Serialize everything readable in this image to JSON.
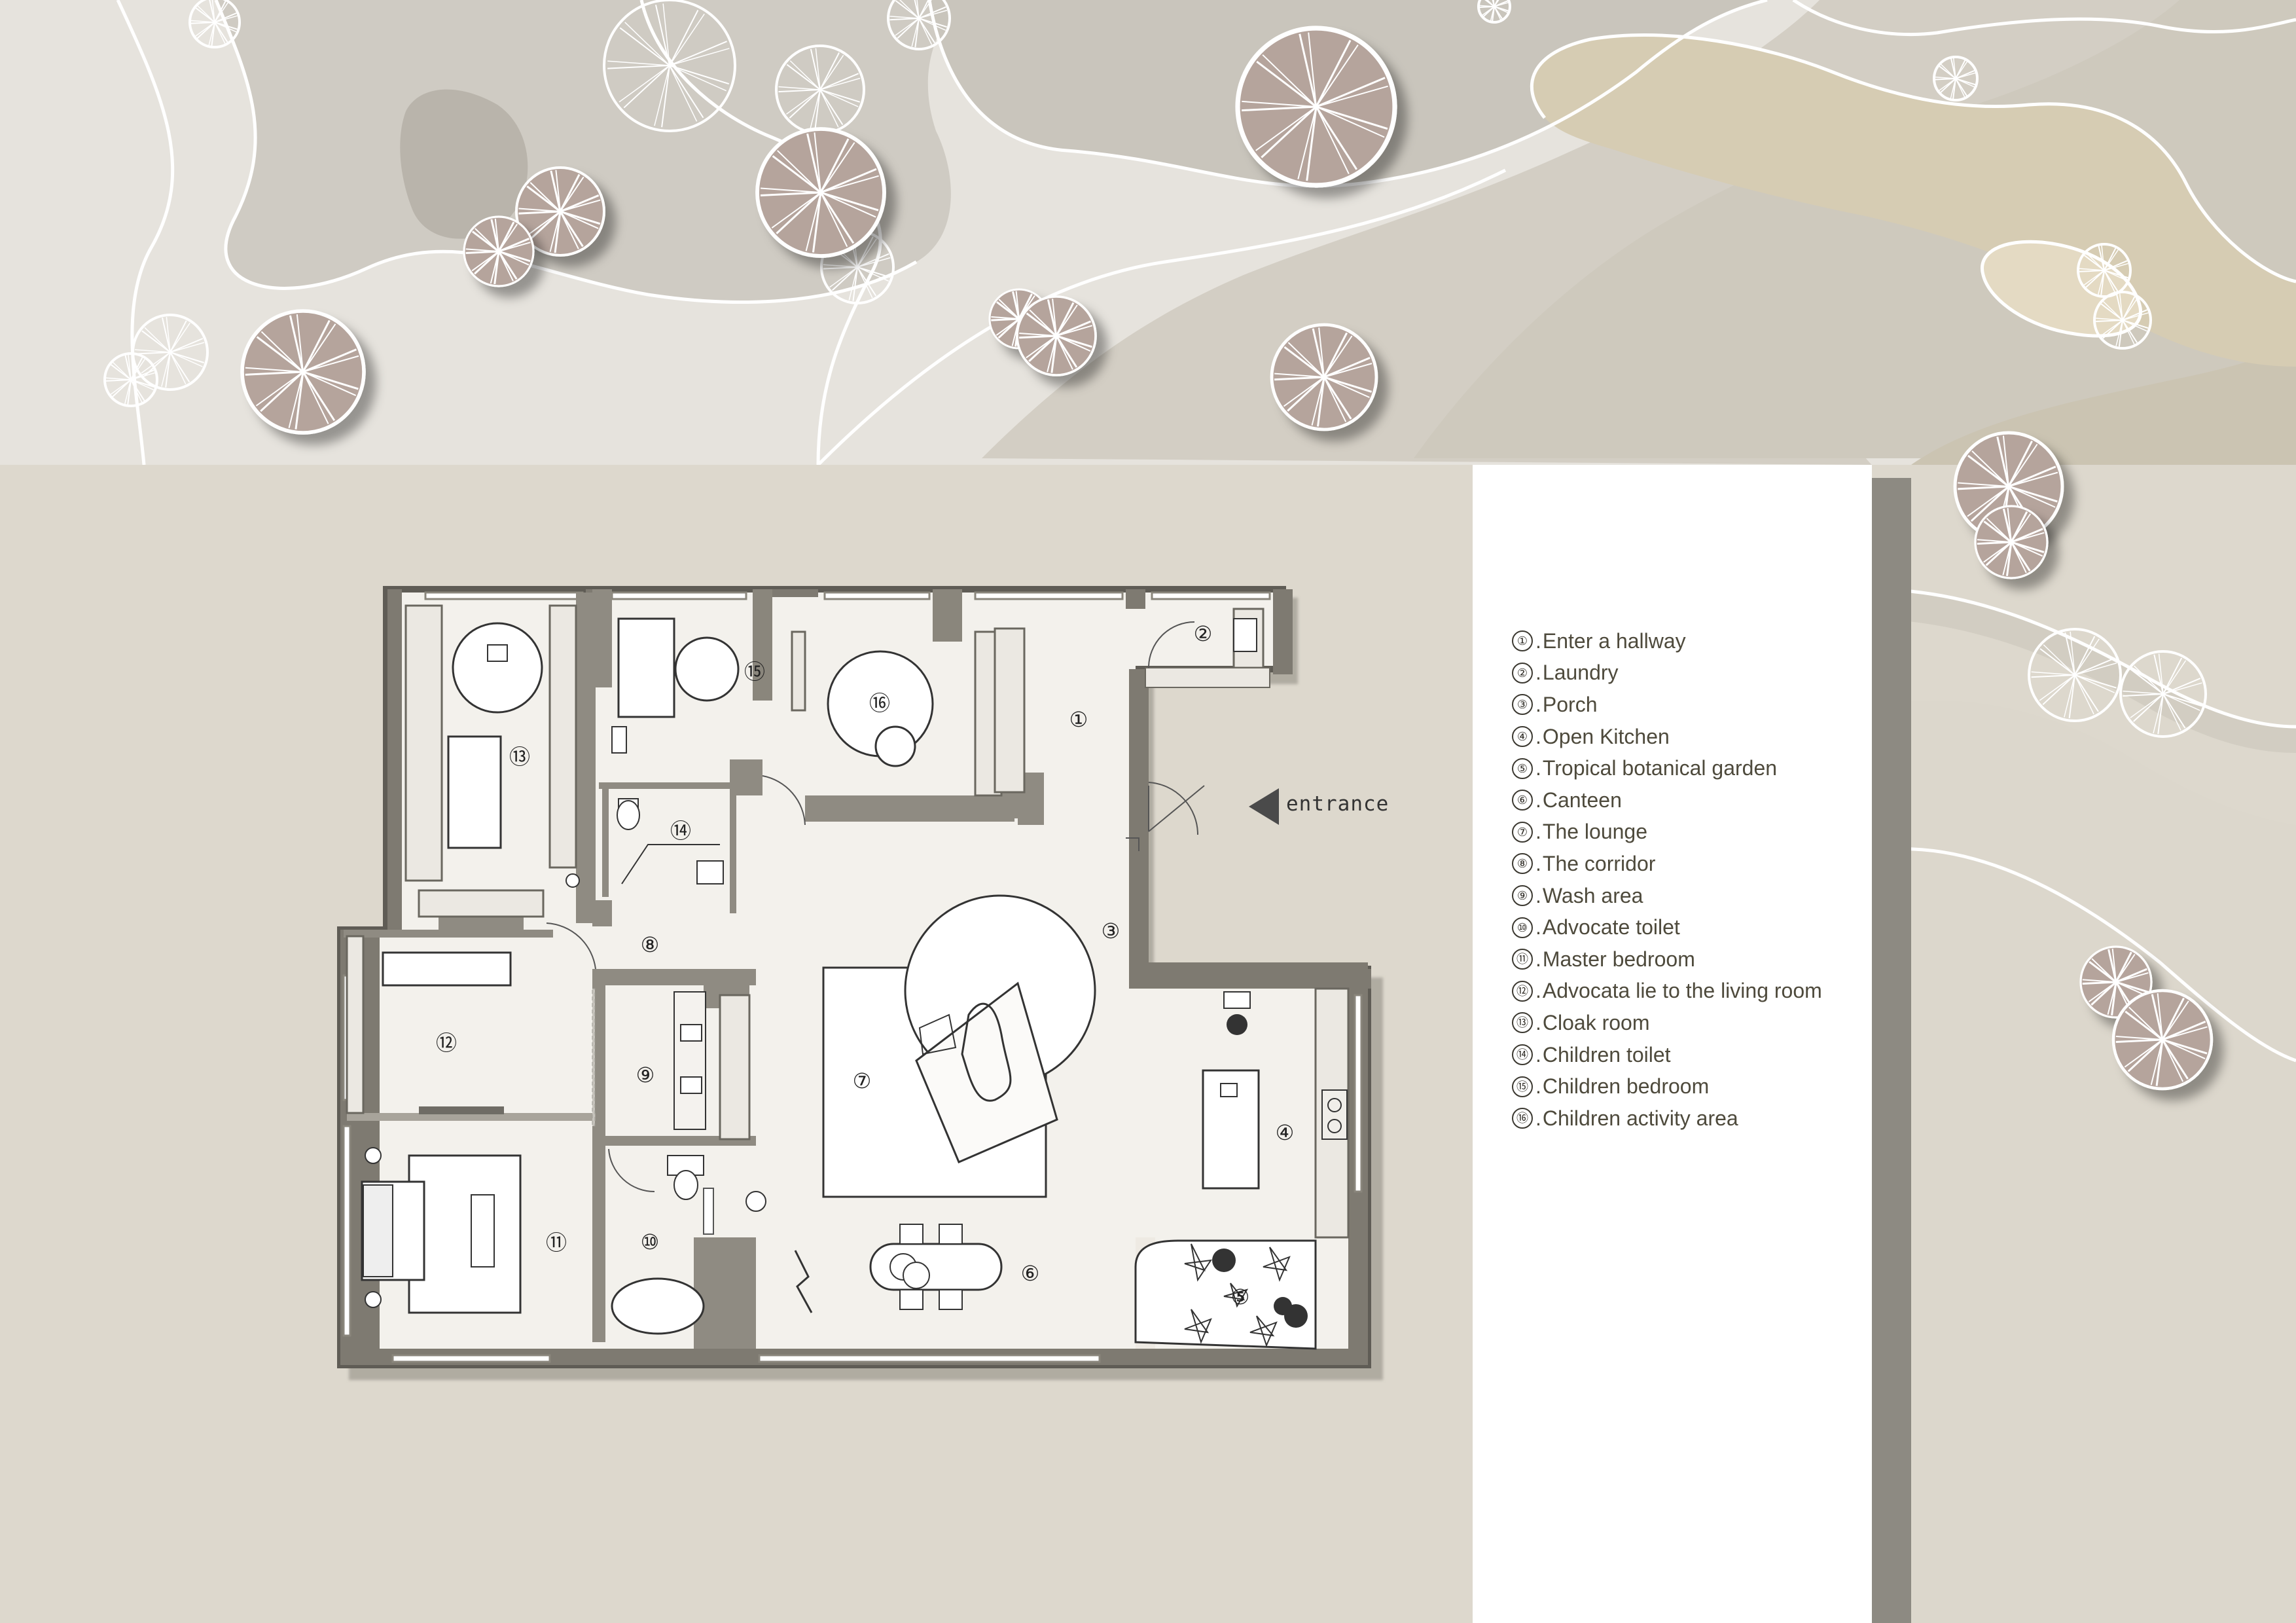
{
  "entrance": "entrance",
  "rooms": [
    {
      "n": "①",
      "name": "Enter a hallway"
    },
    {
      "n": "②",
      "name": "Laundry"
    },
    {
      "n": "③",
      "name": "Porch"
    },
    {
      "n": "④",
      "name": "Open Kitchen"
    },
    {
      "n": "⑤",
      "name": "Tropical botanical garden"
    },
    {
      "n": "⑥",
      "name": "Canteen"
    },
    {
      "n": "⑦",
      "name": "The lounge"
    },
    {
      "n": "⑧",
      "name": "The corridor"
    },
    {
      "n": "⑨",
      "name": "Wash area"
    },
    {
      "n": "⑩",
      "name": "Advocate toilet"
    },
    {
      "n": "⑪",
      "name": "Master bedroom"
    },
    {
      "n": "⑫",
      "name": "Advocata lie to the living room"
    },
    {
      "n": "⑬",
      "name": "Cloak room"
    },
    {
      "n": "⑭",
      "name": "Children toilet"
    },
    {
      "n": "⑮",
      "name": "Children bedroom"
    },
    {
      "n": "⑯",
      "name": "Children activity area"
    }
  ],
  "colors": {
    "page": "#ddd8cd",
    "wall": "#7c786e",
    "floor": "#f2f0ec",
    "tree_dark": "#b5a49c",
    "tree_light": "#ffffff",
    "panel": "#ffffff"
  }
}
